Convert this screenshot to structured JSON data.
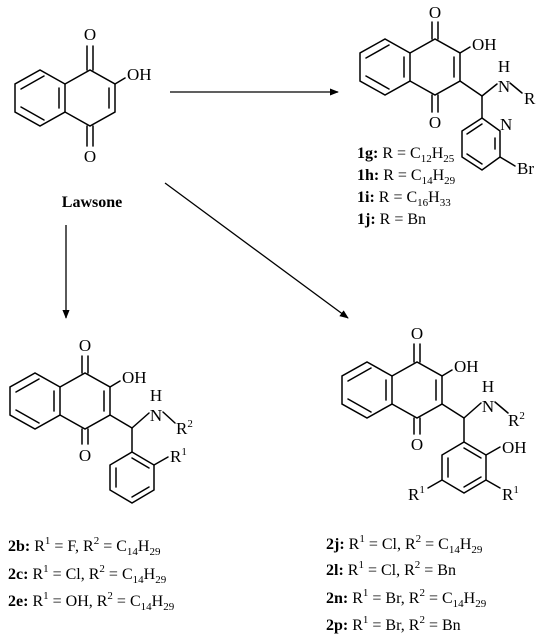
{
  "lawsone": {
    "name": "Lawsone",
    "atoms": {
      "o_top": "O",
      "oh": "OH",
      "o_bottom": "O"
    }
  },
  "product_1": {
    "atoms": {
      "o_top": "O",
      "oh": "OH",
      "o_bottom": "O",
      "nh": "H",
      "n": "N",
      "r": "R",
      "ring_n": "N",
      "br": "Br"
    },
    "entries": [
      {
        "id": "1g",
        "text_a": " R = C",
        "s1": "12",
        "text_b": "H",
        "s2": "25"
      },
      {
        "id": "1h",
        "text_a": " R = C",
        "s1": "14",
        "text_b": "H",
        "s2": "29"
      },
      {
        "id": "1i",
        "text_a": " R = C",
        "s1": "16",
        "text_b": "H",
        "s2": "33"
      },
      {
        "id": "1j",
        "text_a": " R = Bn",
        "s1": "",
        "text_b": "",
        "s2": ""
      }
    ]
  },
  "product_2_left": {
    "atoms": {
      "o_top": "O",
      "oh": "OH",
      "o_bottom": "O",
      "nh": "H",
      "n": "N",
      "r2": "R",
      "r2_sup": "2",
      "r1": "R",
      "r1_sup": "1"
    },
    "entries": [
      {
        "id": "2b",
        "t1": " R",
        "p1": "1",
        "t2": " = F, R",
        "p2": "2",
        "t3": " = C",
        "s1": "14",
        "t4": "H",
        "s2": "29"
      },
      {
        "id": "2c",
        "t1": " R",
        "p1": "1",
        "t2": " = Cl, R",
        "p2": "2",
        "t3": " = C",
        "s1": "14",
        "t4": "H",
        "s2": "29"
      },
      {
        "id": "2e",
        "t1": " R",
        "p1": "1",
        "t2": " = OH, R",
        "p2": "2",
        "t3": " = C",
        "s1": "14",
        "t4": "H",
        "s2": "29"
      }
    ]
  },
  "product_2_right": {
    "atoms": {
      "o_top": "O",
      "oh": "OH",
      "o_bottom": "O",
      "nh": "H",
      "n": "N",
      "r2": "R",
      "r2_sup": "2",
      "ring_oh": "OH",
      "r1_left": "R",
      "r1_left_sup": "1",
      "r1_right": "R",
      "r1_right_sup": "1"
    },
    "entries": [
      {
        "id": "2j",
        "t1": " R",
        "p1": "1",
        "t2": " = Cl, R",
        "p2": "2",
        "t3": " = C",
        "s1": "14",
        "t4": "H",
        "s2": "29"
      },
      {
        "id": "2l",
        "t1": " R",
        "p1": "1",
        "t2": " = Cl, R",
        "p2": "2",
        "t3": " = Bn",
        "s1": "",
        "t4": "",
        "s2": ""
      },
      {
        "id": "2n",
        "t1": " R",
        "p1": "1",
        "t2": " = Br, R",
        "p2": "2",
        "t3": " = C",
        "s1": "14",
        "t4": "H",
        "s2": "29"
      },
      {
        "id": "2p",
        "t1": " R",
        "p1": "1",
        "t2": " = Br, R",
        "p2": "2",
        "t3": " = Bn",
        "s1": "",
        "t4": "",
        "s2": ""
      }
    ]
  }
}
